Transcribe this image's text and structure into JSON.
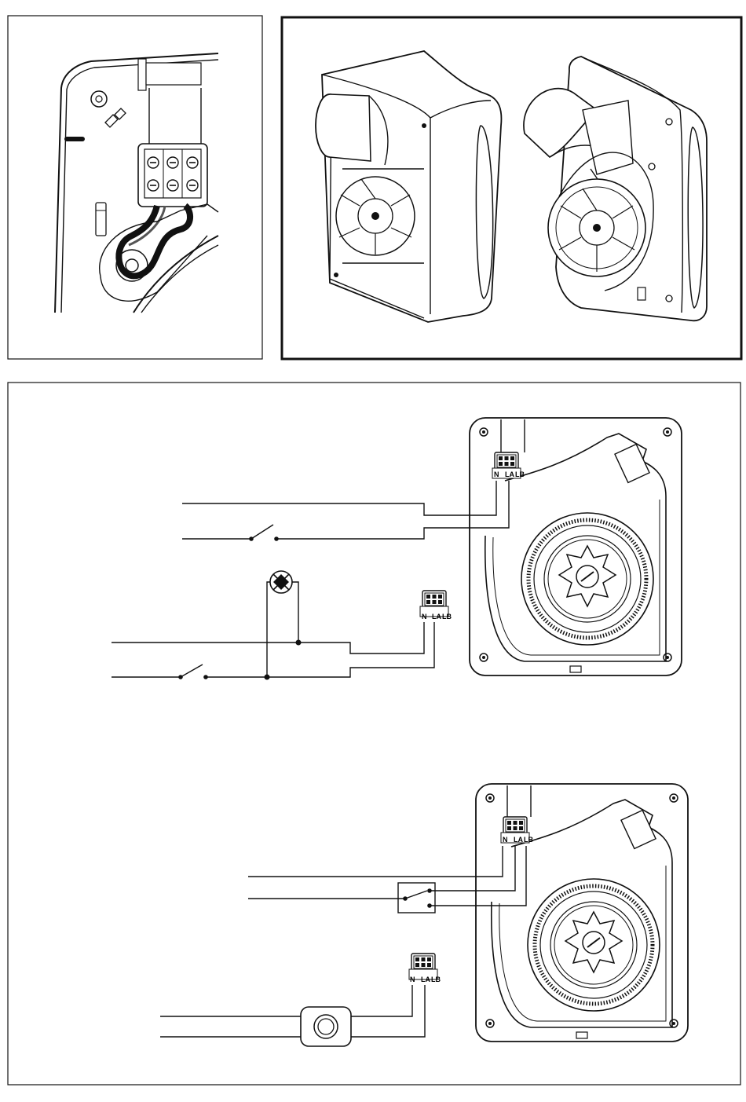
{
  "terminal_labels": {
    "n": "N",
    "la": "LA",
    "lb": "LB"
  },
  "panels": {
    "top_left": {
      "kind": "terminal-block-closeup"
    },
    "top_right": {
      "kind": "fan-unit-perspective-views",
      "count": 2
    },
    "bottom": {
      "kind": "wiring-diagrams",
      "count": 2
    }
  },
  "colors": {
    "ink": "#111111",
    "paper": "#ffffff"
  }
}
